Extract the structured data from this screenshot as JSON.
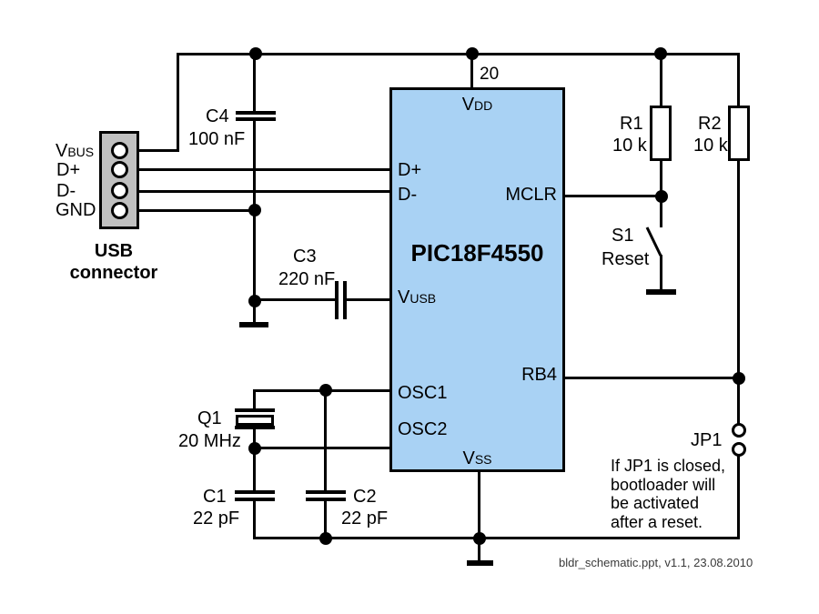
{
  "usb_connector": {
    "pin_vbus_main": "V",
    "pin_vbus_sub": "BUS",
    "pin_dplus": "D+",
    "pin_dminus": "D-",
    "pin_gnd": "GND",
    "caption_line1": "USB",
    "caption_line2": "connector"
  },
  "ic": {
    "name": "PIC18F4550",
    "vdd_pin_number": "20",
    "pin_vdd_main": "V",
    "pin_vdd_sub": "DD",
    "pin_dplus": "D+",
    "pin_dminus": "D-",
    "pin_mclr": "MCLR",
    "pin_vusb_main": "V",
    "pin_vusb_sub": "USB",
    "pin_osc1": "OSC1",
    "pin_osc2": "OSC2",
    "pin_vss_main": "V",
    "pin_vss_sub": "SS",
    "pin_rb4": "RB4"
  },
  "components": {
    "c4": {
      "ref": "C4",
      "value": "100 nF"
    },
    "c3": {
      "ref": "C3",
      "value": "220 nF"
    },
    "c1": {
      "ref": "C1",
      "value": "22 pF"
    },
    "c2": {
      "ref": "C2",
      "value": "22 pF"
    },
    "q1": {
      "ref": "Q1",
      "value": "20 MHz"
    },
    "r1": {
      "ref": "R1",
      "value": "10 k"
    },
    "r2": {
      "ref": "R2",
      "value": "10 k"
    },
    "s1": {
      "ref": "S1",
      "value": "Reset"
    },
    "jp1": {
      "ref": "JP1"
    }
  },
  "note": {
    "line1": "If JP1 is closed,",
    "line2": "bootloader will",
    "line3": "be activated",
    "line4": "after a reset."
  },
  "footer": "bldr_schematic.ppt, v1.1, 23.08.2010",
  "colors": {
    "ic_fill": "#a9d2f4",
    "connector_fill": "#c0c0c0",
    "wire": "#000000",
    "background": "#ffffff"
  }
}
